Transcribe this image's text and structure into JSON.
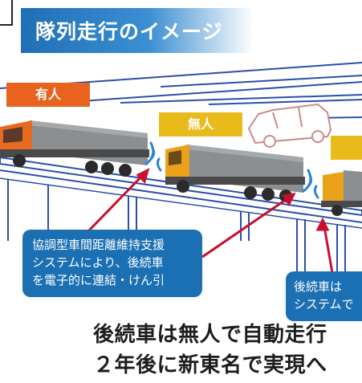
{
  "title": "隊列走行のイメージ",
  "tags": {
    "manned": "有人",
    "unmanned": "無人"
  },
  "callouts": {
    "main": [
      "協調型車間距離維持支援",
      "システムにより、後続車",
      "を電子的に連結・けん引"
    ],
    "right": [
      "後続車は",
      "システムで"
    ]
  },
  "caption": {
    "line1": "後続車は無人で自動走行",
    "line2": "２年後に新東名で実現へ"
  },
  "colors": {
    "title_blue": "#1f6fb5",
    "manned_tag": "#e8641e",
    "unmanned_tag": "#e9bb1a",
    "callout_blue": "#1b6fb3",
    "arrow_red": "#c8102e",
    "signal_blue": "#2a86d6",
    "road_line": "#2b4fa8"
  },
  "icons": [
    "signal-wave-icon",
    "truck-icon",
    "car-outline-icon"
  ]
}
